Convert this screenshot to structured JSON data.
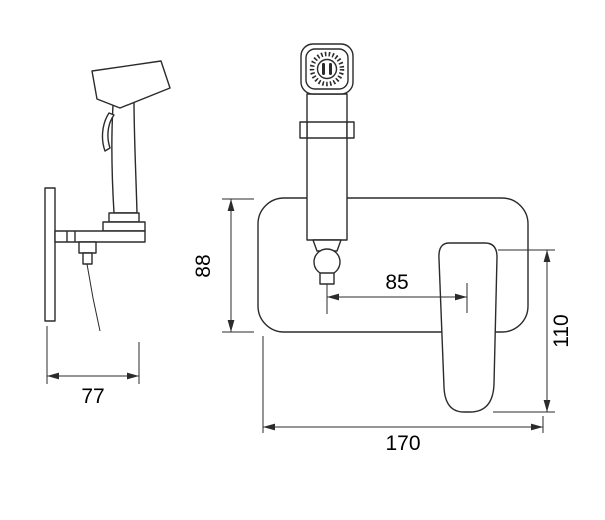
{
  "drawing": {
    "dimension_labels": {
      "side_depth": "77",
      "plate_height": "88",
      "center_to_handle": "85",
      "handle_height": "110",
      "plate_width": "170"
    },
    "icons": {
      "nozzle_center": "pause-bars-icon",
      "nozzle_ring": "knurled-ring-icon"
    },
    "colors": {
      "line": "#2b2b2b",
      "text": "#000000",
      "background": "#ffffff"
    }
  }
}
